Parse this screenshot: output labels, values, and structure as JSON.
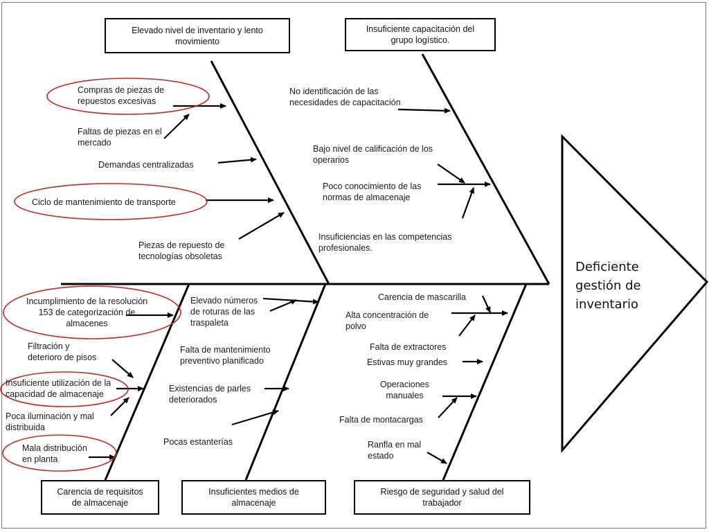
{
  "effect": {
    "line1": "Deficiente",
    "line2": "gestión de",
    "line3": "inventario"
  },
  "categories": {
    "top_left": {
      "line1": "Elevado nivel de inventario y lento",
      "line2": "movimiento"
    },
    "top_right": {
      "line1": "Insuficiente  capacitación del",
      "line2": "grupo logístico."
    },
    "bottom_1": {
      "line1": "Carencia de requisitos",
      "line2": "de almacenaje"
    },
    "bottom_2": {
      "line1": "Insuficientes medios de",
      "line2": "almacenaje"
    },
    "bottom_3": {
      "line1": "Riesgo de seguridad y salud  del",
      "line2": "trabajador"
    }
  },
  "causes": {
    "c01": {
      "line1": "Compras de piezas de",
      "line2": "repuestos excesivas"
    },
    "c02": {
      "line1": "Faltas de piezas en el",
      "line2": "mercado"
    },
    "c03": {
      "line1": "Demandas centralizadas"
    },
    "c04": {
      "line1": "Ciclo de mantenimiento de transporte"
    },
    "c05": {
      "line1": "Piezas de repuesto de",
      "line2": "tecnologías obsoletas"
    },
    "c06": {
      "line1": "No identificación de las",
      "line2": "necesidades de capacitación"
    },
    "c07": {
      "line1": "Bajo nivel de calificación de los",
      "line2": "operarios"
    },
    "c08": {
      "line1": "Poco conocimiento de las",
      "line2": "normas de almacenaje"
    },
    "c09": {
      "line1": "Insuficiencias en las competencias",
      "line2": "profesionales."
    },
    "c10": {
      "line1": "Incumplimiento  de la resolución",
      "line2": "153 de categorización de",
      "line3": "almacenes"
    },
    "c11": {
      "line1": "Filtración y",
      "line2": "deterioro de pisos"
    },
    "c12": {
      "line1": "Insuficiente utilización  de la",
      "line2": "capacidad de almacenaje"
    },
    "c13": {
      "line1": "Poca iluminación  y mal",
      "line2": "distribuida"
    },
    "c14": {
      "line1": "Mala distribución",
      "line2": "en planta"
    },
    "c15": {
      "line1": "Elevado números",
      "line2": "de roturas de las",
      "line3": "traspaleta"
    },
    "c16": {
      "line1": "Falta de mantenimiento",
      "line2": "preventivo planificado"
    },
    "c17": {
      "line1": "Existencias de parles",
      "line2": "deteriorados"
    },
    "c18": {
      "line1": "Pocas estanterías"
    },
    "c19": {
      "line1": "Carencia de mascarilla"
    },
    "c20": {
      "line1": "Alta concentración de",
      "line2": "polvo"
    },
    "c21": {
      "line1": "Falta de extractores"
    },
    "c22": {
      "line1": "Estivas muy grandes"
    },
    "c23": {
      "line1": "Operaciones",
      "line2": "manuales"
    },
    "c24": {
      "line1": "Falta de montacargas"
    },
    "c25": {
      "line1": "Ranfla en mal",
      "line2": "estado"
    }
  }
}
